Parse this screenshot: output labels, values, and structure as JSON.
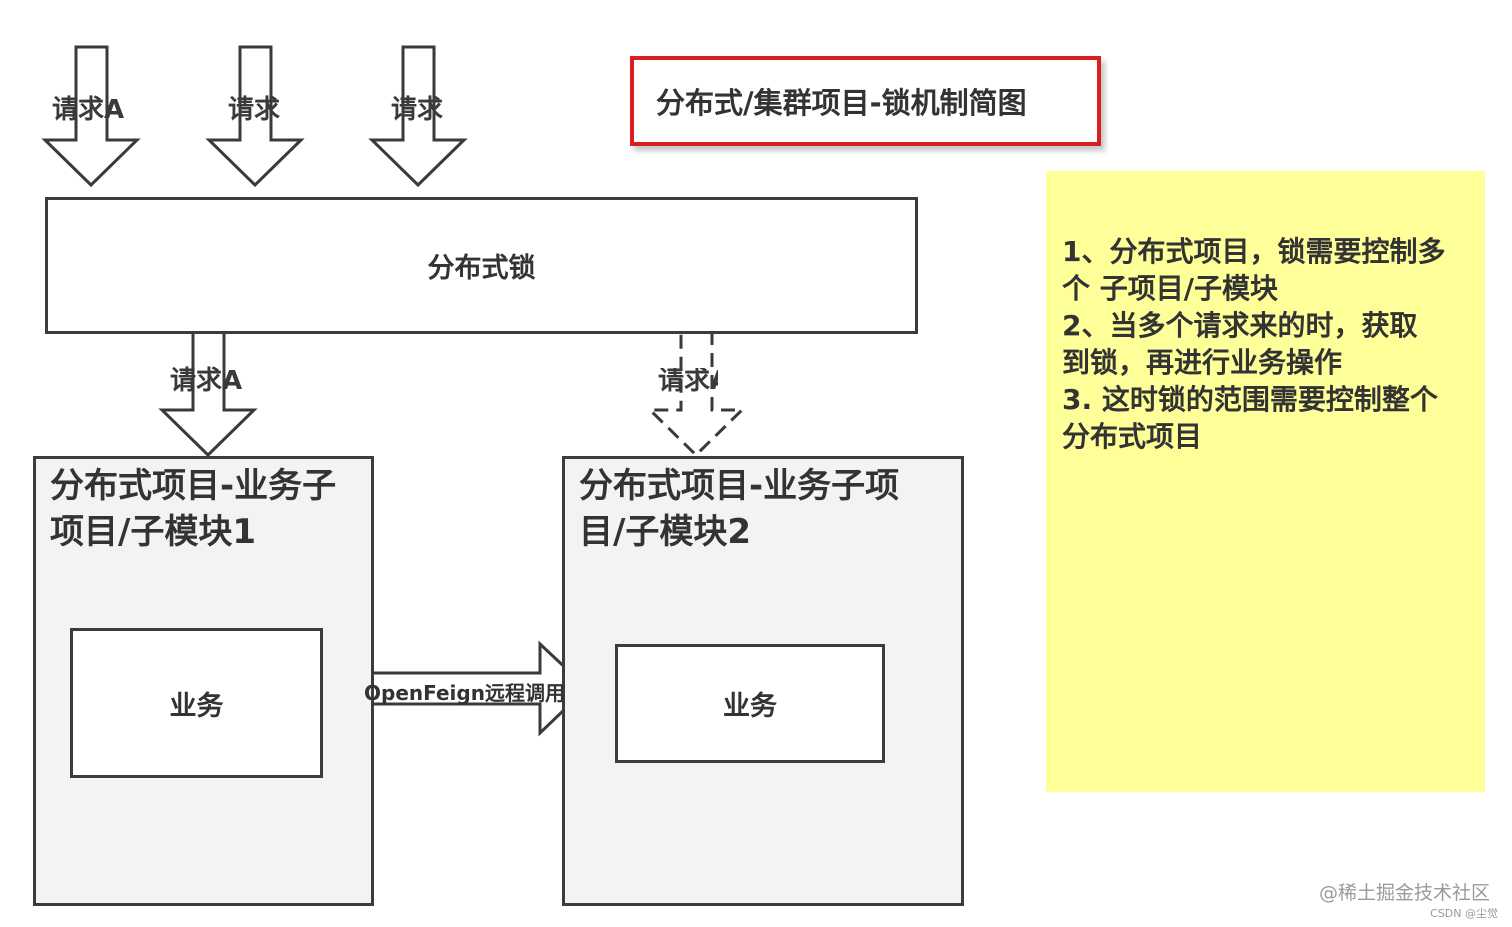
{
  "title": "分布式/集群项目-锁机制简图",
  "top_arrows": [
    "请求A",
    "请求",
    "请求"
  ],
  "lock_box": "分布式锁",
  "lower_arrows": {
    "left": "请求A",
    "right": "请求A"
  },
  "modules": [
    {
      "title_line1": "分布式项目-业务子",
      "title_line2": "项目/子模块1",
      "inner": "业务"
    },
    {
      "title_line1": "分布式项目-业务子项",
      "title_line2": "目/子模块2",
      "inner": "业务"
    }
  ],
  "remote_call": "OpenFeign远程调用",
  "note_lines": [
    "1、分布式项目，锁需要控制多",
    "个 子项目/子模块",
    "2、当多个请求来的时，获取",
    "到锁，再进行业务操作",
    "3. 这时锁的范围需要控制整个",
    "分布式项目"
  ],
  "watermark": "@稀土掘金技术社区",
  "csdn_mark": "CSDN @尘觉",
  "colors": {
    "title_border": "#d81e1e",
    "note_bg": "#ffff99",
    "module_bg": "#f3f3f3",
    "line": "#3c3c3c"
  }
}
